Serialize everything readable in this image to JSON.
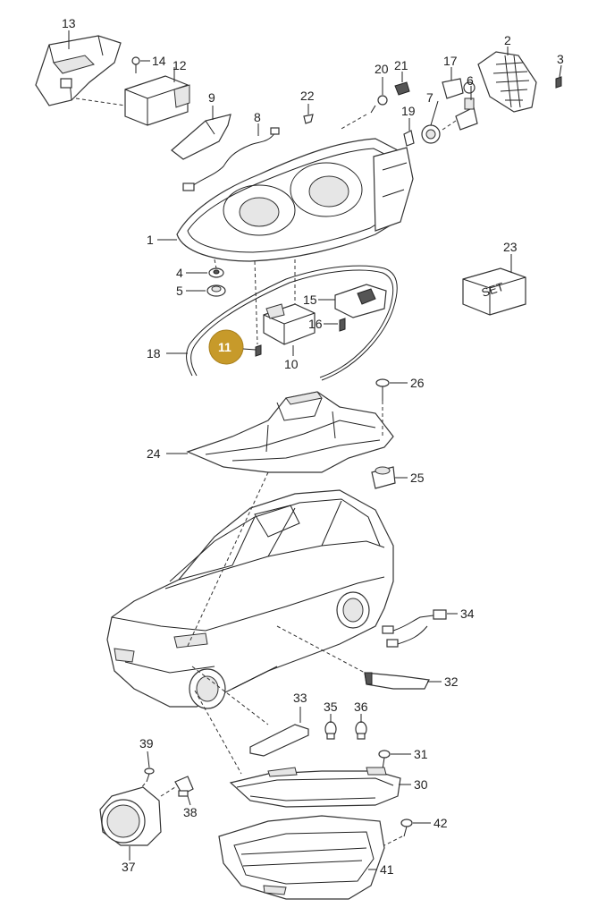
{
  "diagram": {
    "highlight_color": "#c79a2a",
    "callouts": [
      {
        "id": "1",
        "text": "1"
      },
      {
        "id": "2",
        "text": "2"
      },
      {
        "id": "3",
        "text": "3"
      },
      {
        "id": "4",
        "text": "4"
      },
      {
        "id": "5",
        "text": "5"
      },
      {
        "id": "6",
        "text": "6"
      },
      {
        "id": "7",
        "text": "7"
      },
      {
        "id": "8",
        "text": "8"
      },
      {
        "id": "9",
        "text": "9"
      },
      {
        "id": "10",
        "text": "10"
      },
      {
        "id": "11",
        "text": "11",
        "highlighted": true
      },
      {
        "id": "12",
        "text": "12"
      },
      {
        "id": "13",
        "text": "13"
      },
      {
        "id": "14",
        "text": "14"
      },
      {
        "id": "15",
        "text": "15"
      },
      {
        "id": "16",
        "text": "16"
      },
      {
        "id": "17",
        "text": "17"
      },
      {
        "id": "18",
        "text": "18"
      },
      {
        "id": "19",
        "text": "19"
      },
      {
        "id": "20",
        "text": "20"
      },
      {
        "id": "21",
        "text": "21"
      },
      {
        "id": "22",
        "text": "22"
      },
      {
        "id": "23",
        "text": "23"
      },
      {
        "id": "24",
        "text": "24"
      },
      {
        "id": "25",
        "text": "25"
      },
      {
        "id": "26",
        "text": "26"
      },
      {
        "id": "30",
        "text": "30"
      },
      {
        "id": "31",
        "text": "31"
      },
      {
        "id": "32",
        "text": "32"
      },
      {
        "id": "33",
        "text": "33"
      },
      {
        "id": "34",
        "text": "34"
      },
      {
        "id": "35",
        "text": "35"
      },
      {
        "id": "36",
        "text": "36"
      },
      {
        "id": "37",
        "text": "37"
      },
      {
        "id": "38",
        "text": "38"
      },
      {
        "id": "39",
        "text": "39"
      },
      {
        "id": "41",
        "text": "41"
      },
      {
        "id": "42",
        "text": "42"
      }
    ],
    "set_box_text": "SET"
  }
}
